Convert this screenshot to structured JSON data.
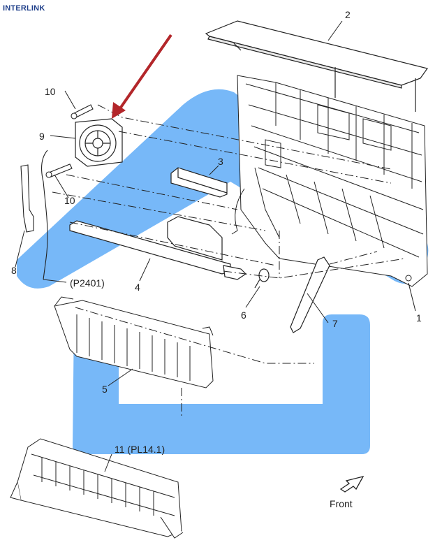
{
  "header": {
    "brand": "INTERLINK"
  },
  "callouts": {
    "c1": "1",
    "c2": "2",
    "c3": "3",
    "c4": "4",
    "c5": "5",
    "c6": "6",
    "c7": "7",
    "c8": "8",
    "c9": "9",
    "c10a": "10",
    "c10b": "10",
    "p2401": "(P2401)",
    "c11": "11 (PL14.1)"
  },
  "direction": {
    "label": "Front"
  },
  "colors": {
    "highlight": "#4aa0f5",
    "arrow": "#b3262a",
    "line": "#222222"
  }
}
